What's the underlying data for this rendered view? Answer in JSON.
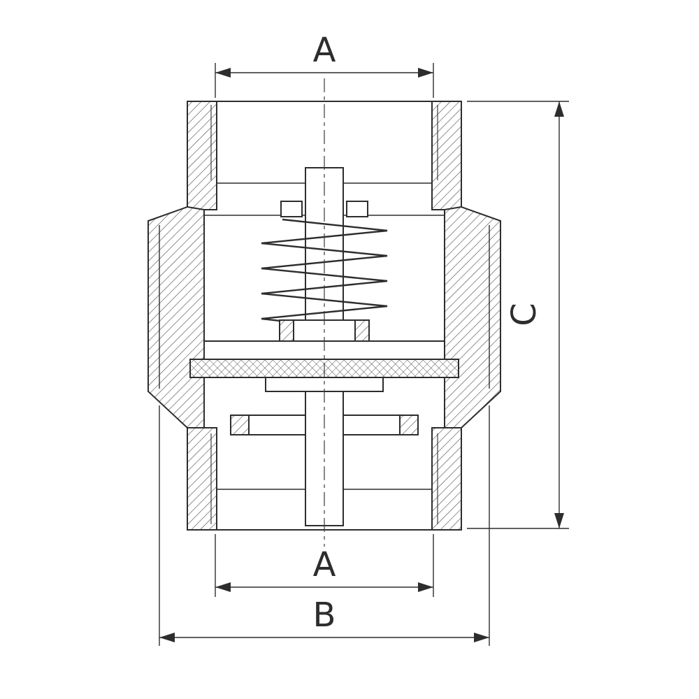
{
  "drawing": {
    "kind": "technical-section-drawing",
    "colors": {
      "background": "#ffffff",
      "line": "#2d2d2d",
      "hatch": "#555555"
    },
    "labels": {
      "dim_top_width": "A",
      "dim_bottom_width": "A",
      "dim_overall_width": "B",
      "dim_height": "C"
    }
  }
}
